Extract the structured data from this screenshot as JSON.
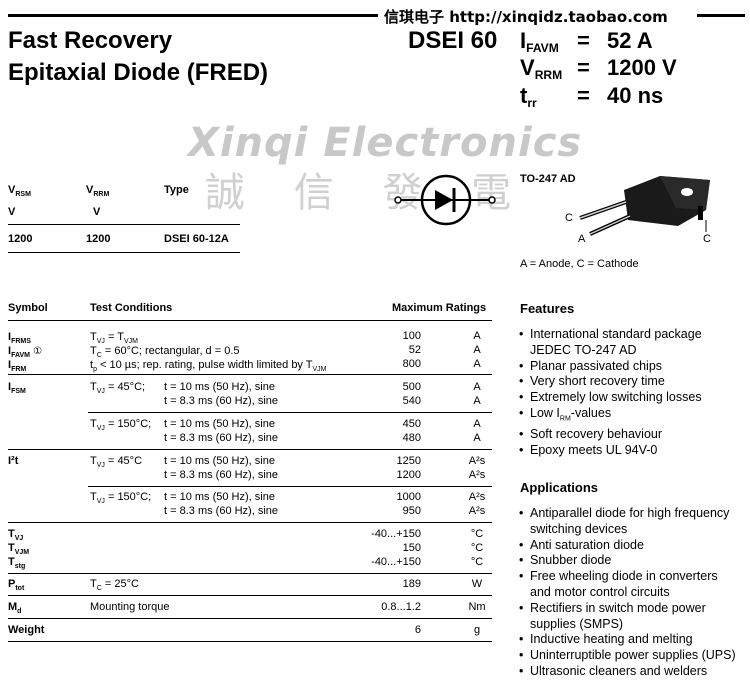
{
  "header": {
    "shop_text": "信琪电子 http://xinqidz.taobao.com"
  },
  "title": {
    "line1": "Fast Recovery",
    "line2": "Epitaxial Diode (FRED)",
    "part": "DSEI 60"
  },
  "specs": [
    {
      "sym": "I",
      "sub": "FAVM",
      "eq": "=",
      "val": "52 A"
    },
    {
      "sym": "V",
      "sub": "RRM",
      "eq": "=",
      "val": "1200 V"
    },
    {
      "sym": "t",
      "sub": "rr",
      "eq": "=",
      "val": "40 ns"
    }
  ],
  "watermark": {
    "line1": "Xinqi Electronics",
    "line2": "誠 信    發 電"
  },
  "ordering": {
    "col1_sym": "V",
    "col1_sub": "RSM",
    "col1_unit": "V",
    "col2_sym": "V",
    "col2_sub": "RRM",
    "col2_unit": "V",
    "col3": "Type",
    "row": {
      "vrsm": "1200",
      "vrrm": "1200",
      "type": "DSEI 60-12A"
    }
  },
  "package": {
    "name": "TO-247 AD",
    "pin_c1": "C",
    "pin_a": "A",
    "pin_c2": "C",
    "legend": "A = Anode, C = Cathode"
  },
  "ratings": {
    "h_symbol": "Symbol",
    "h_conditions": "Test Conditions",
    "h_max": "Maximum Ratings",
    "b1": {
      "sym1": "I",
      "sub1": "FRMS",
      "sym2": "I",
      "sub2": "FAVM",
      "note": "①",
      "sym3": "I",
      "sub3": "FRM",
      "c1a": "T",
      "c1b": "VJ",
      "c1c": " = T",
      "c1d": "VJM",
      "c2": "T",
      "c2s": "C",
      "c2t": " = 60°C; rectangular, d = 0.5",
      "c3": "t",
      "c3s": "p",
      "c3t": " < 10 µs; rep. rating, pulse width limited by T",
      "c3u": "VJM",
      "v1": "100",
      "v2": "52",
      "v3": "800",
      "u1": "A",
      "u2": "A",
      "u3": "A"
    },
    "b2": {
      "sym": "I",
      "sub": "FSM",
      "ca": "T",
      "cas": "VJ",
      "cat": " = 45°C;",
      "r1": "t = 10 ms  (50 Hz), sine",
      "r2": "t = 8.3 ms (60 Hz), sine",
      "v1": "500",
      "v2": "540",
      "u1": "A",
      "u2": "A",
      "cb": "T",
      "cbs": "VJ",
      "cbt": " = 150°C;",
      "r3": "t = 10 ms  (50 Hz), sine",
      "r4": "t = 8.3 ms (60 Hz), sine",
      "v3": "450",
      "v4": "480",
      "u3": "A",
      "u4": "A"
    },
    "b3": {
      "sym": "I²t",
      "ca": "T",
      "cas": "VJ",
      "cat": " = 45°C",
      "r1": "t = 10 ms  (50 Hz), sine",
      "r2": "t = 8.3 ms (60 Hz), sine",
      "v1": "1250",
      "v2": "1200",
      "u1": "A²s",
      "u2": "A²s",
      "cb": "T",
      "cbs": "VJ",
      "cbt": " = 150°C;",
      "r3": "t = 10 ms  (50 Hz), sine",
      "r4": "t = 8.3 ms (60 Hz), sine",
      "v3": "1000",
      "v4": "950",
      "u3": "A²s",
      "u4": "A²s"
    },
    "b4": {
      "s1": "T",
      "s1s": "VJ",
      "s2": "T",
      "s2s": "VJM",
      "s3": "T",
      "s3s": "stg",
      "v1": "-40...+150",
      "v2": "150",
      "v3": "-40...+150",
      "u1": "°C",
      "u2": "°C",
      "u3": "°C"
    },
    "ptot": {
      "sym": "P",
      "sub": "tot",
      "c": "T",
      "cs": "C",
      "ct": " = 25°C",
      "v": "189",
      "u": "W"
    },
    "md": {
      "sym": "M",
      "sub": "d",
      "c": "Mounting torque",
      "v": "0.8...1.2",
      "u": "Nm"
    },
    "weight": {
      "sym": "Weight",
      "v": "6",
      "u": "g"
    }
  },
  "features": {
    "title": "Features",
    "items": [
      "International standard package",
      "JEDEC TO-247 AD",
      "Planar passivated chips",
      "Very short recovery time",
      "Extremely low switching losses",
      "Soft recovery behaviour",
      "Epoxy meets UL 94V-0"
    ],
    "low_irm_pre": "Low I",
    "low_irm_sub": "RM",
    "low_irm_post": "-values"
  },
  "applications": {
    "title": "Applications",
    "items": [
      "Antiparallel diode for high frequency",
      "switching devices",
      "Anti saturation diode",
      "Snubber diode",
      "Free wheeling diode in converters",
      "and motor control circuits",
      "Rectifiers in switch mode power",
      "supplies (SMPS)",
      "Inductive heating and melting",
      "Uninterruptible power supplies (UPS)",
      "Ultrasonic cleaners and welders"
    ]
  }
}
